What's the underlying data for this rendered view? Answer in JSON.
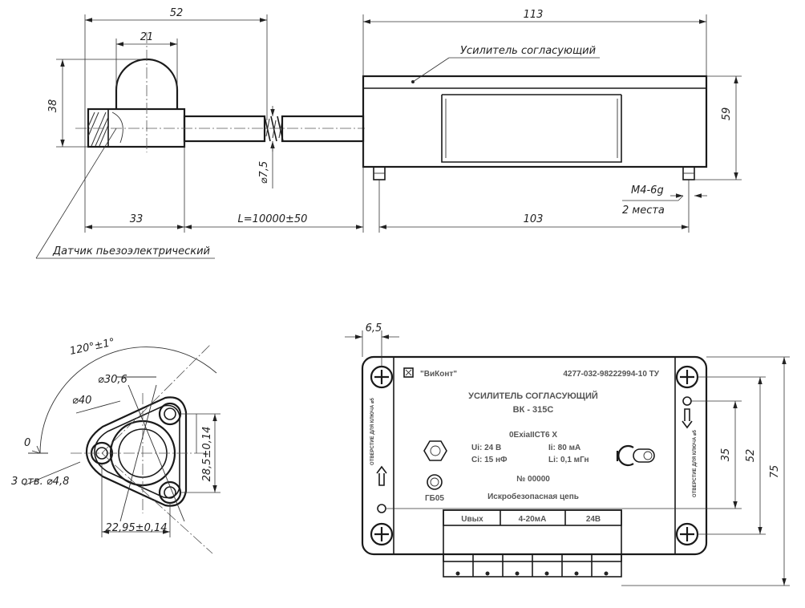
{
  "labels": {
    "amplifier": "Усилитель согласующий",
    "sensor": "Датчик пьезоэлектрический",
    "thread_size": "M4-6g",
    "thread_count": "2 места",
    "holes": "3 отв. ⌀4,8",
    "zero": "0"
  },
  "dimensions": {
    "sensor_width": "52",
    "dome_diameter": "21",
    "sensor_height": "38",
    "cable_diameter": "⌀7,5",
    "sensor_base_length": "33",
    "cable_length": "L=10000±50",
    "amp_length": "113",
    "amp_height": "59",
    "mount_spacing": "103",
    "angle": "120°±1°",
    "circle_d1": "⌀30,6",
    "circle_d2": "⌀40",
    "hole_spacing_v": "28,5±0,14",
    "hole_spacing_h": "22,95±0,14",
    "edge_offset": "6,5",
    "front_h1": "35",
    "front_h2": "52",
    "front_h3": "75"
  },
  "plate": {
    "brand": "\"ВиКонт\"",
    "tu": "4277-032-98222994-10 ТУ",
    "title": "УСИЛИТЕЛЬ СОГЛАСУЮЩИЙ",
    "model": "ВК - 315С",
    "ex_mark": "0ExiaIICT6 X",
    "ui": "Ui: 24 В",
    "ii": "Ii: 80 мА",
    "ci": "Ci: 15 нФ",
    "li": "Li: 0,1 мГн",
    "serial": "№ 00000",
    "circuit": "Искробезопасная цепь",
    "cert": "ГБ05",
    "side_left": "ОТВЕРСТИЕ ДЛЯ КЛЮЧА ⌀5",
    "side_right": "ОТВЕРСТИЕ ДЛЯ КЛЮЧА ⌀5",
    "terminal_out": "Uвых",
    "terminal_current": "4-20мА",
    "terminal_voltage": "24В"
  }
}
